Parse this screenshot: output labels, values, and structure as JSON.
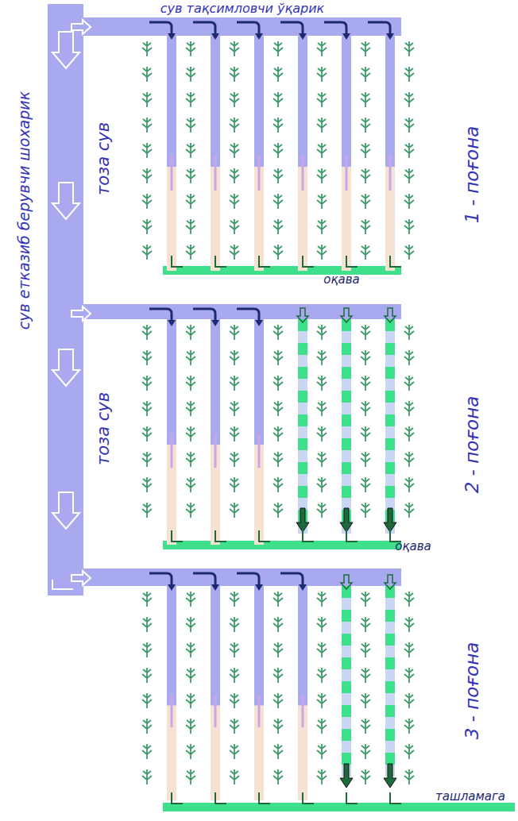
{
  "diagram": {
    "labels": [
      "сув тақсимловчи ўқарик",
      "сув етказиб берувчи шохарик",
      "тоза сув",
      "1 - поғона",
      "оқава",
      "тоза сув",
      "2 - поғона",
      "оқава",
      "3 - поғона",
      "ташламага"
    ]
  }
}
